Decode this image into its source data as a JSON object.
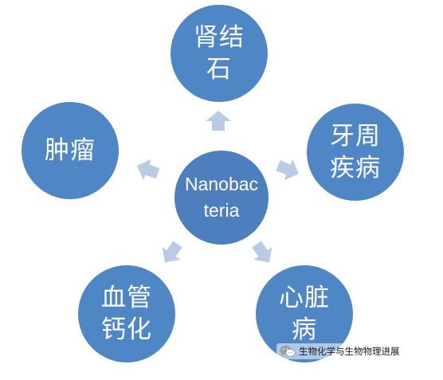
{
  "diagram": {
    "center": "Nanobacteria",
    "nodes": [
      {
        "id": "top",
        "label": "肾结石"
      },
      {
        "id": "right",
        "label": "牙周疾病"
      },
      {
        "id": "left",
        "label": "肿瘤"
      },
      {
        "id": "bottom_left",
        "label": "血管钙化"
      },
      {
        "id": "bottom_right",
        "label": "心脏病"
      }
    ]
  },
  "watermark": {
    "text": "生物化学与生物物理进展",
    "icon": "wechat-icon"
  },
  "colors": {
    "node_fill": "#4f86c6",
    "center_fill": "#4d7fbe",
    "arrow_fill": "#b8cce4",
    "text": "#ffffff"
  }
}
